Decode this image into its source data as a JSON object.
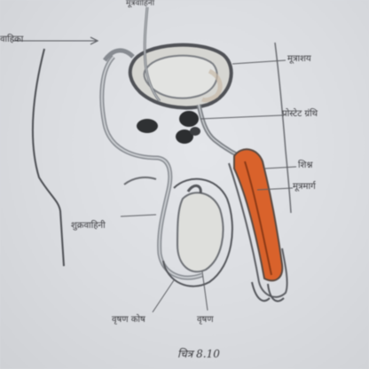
{
  "labels": {
    "ureter": "मूत्रवाहिनी",
    "top_left": "वाहिका",
    "bladder": "मूत्राशय",
    "prostate": "प्रोस्टेट ग्रंथि",
    "penis": "शिश्न",
    "urethra": "मूत्रमार्ग",
    "sperm_duct": "शुक्रवाहिनी",
    "scrotum": "वृषण कोष",
    "testis": "वृषण"
  },
  "caption": "चित्र 8.10",
  "colors": {
    "background": "#dcdee2",
    "outline": "#55575c",
    "tube": "#8c9096",
    "gland": "#2f3133",
    "penis_fill": "#d9622b",
    "shading": "#c8b9a8"
  }
}
